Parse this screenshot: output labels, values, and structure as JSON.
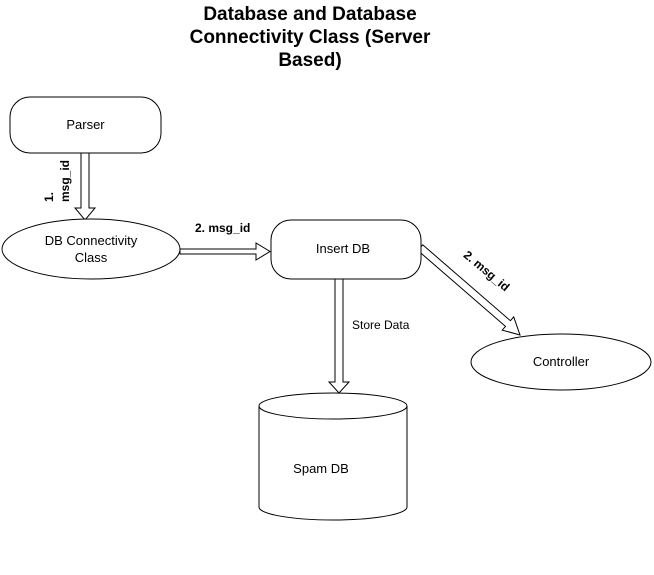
{
  "title": {
    "line1": "Database and Database",
    "line2": "Connectivity Class (Server",
    "line3": "Based)"
  },
  "nodes": {
    "parser": "Parser",
    "db_connectivity_line1": "DB Connectivity",
    "db_connectivity_line2": "Class",
    "insert_db": "Insert DB",
    "controller": "Controller",
    "spam_db": "Spam DB"
  },
  "edges": {
    "parser_to_dbconn_line1": "1.",
    "parser_to_dbconn_line2": "msg_id",
    "dbconn_to_insert": "2. msg_id",
    "insert_to_controller": "2. msg_id",
    "insert_to_spamdb": "Store Data"
  }
}
